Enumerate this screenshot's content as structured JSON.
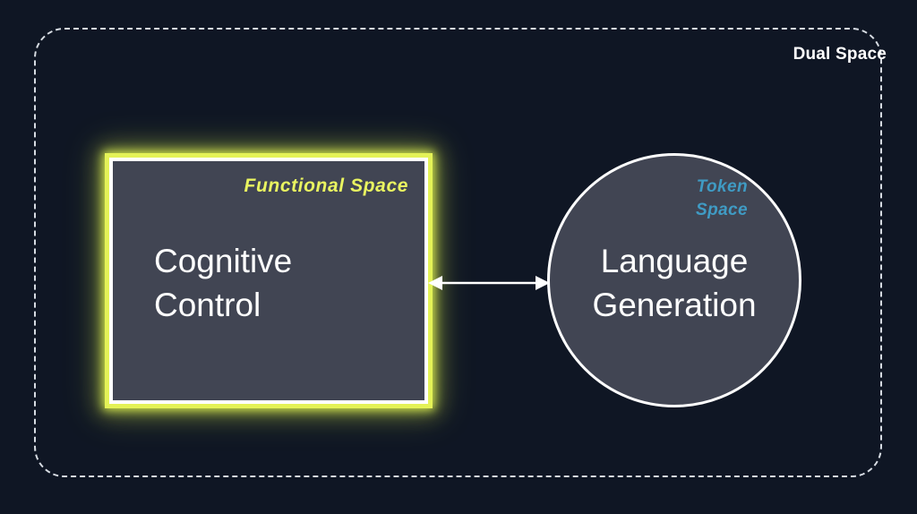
{
  "diagram": {
    "background_color": "#0f1624",
    "boundary": {
      "label": "Dual Space",
      "border_color": "#d7dce3",
      "border_style": "dashed"
    },
    "functional_space": {
      "label": "Functional  Space",
      "title": "Cognitive\nControl",
      "fill_color": "#414553",
      "border_color": "#ffffff",
      "glow_color": "#e4f257",
      "label_color": "#e9f460",
      "shape": "rectangle"
    },
    "token_space": {
      "label": "Token\nSpace",
      "title": "Language\nGeneration",
      "fill_color": "#414553",
      "border_color": "#ffffff",
      "label_color": "#3f9bc4",
      "shape": "circle"
    },
    "connector": {
      "name": "bidirectional-arrow",
      "color": "#ffffff",
      "direction": "both"
    }
  }
}
